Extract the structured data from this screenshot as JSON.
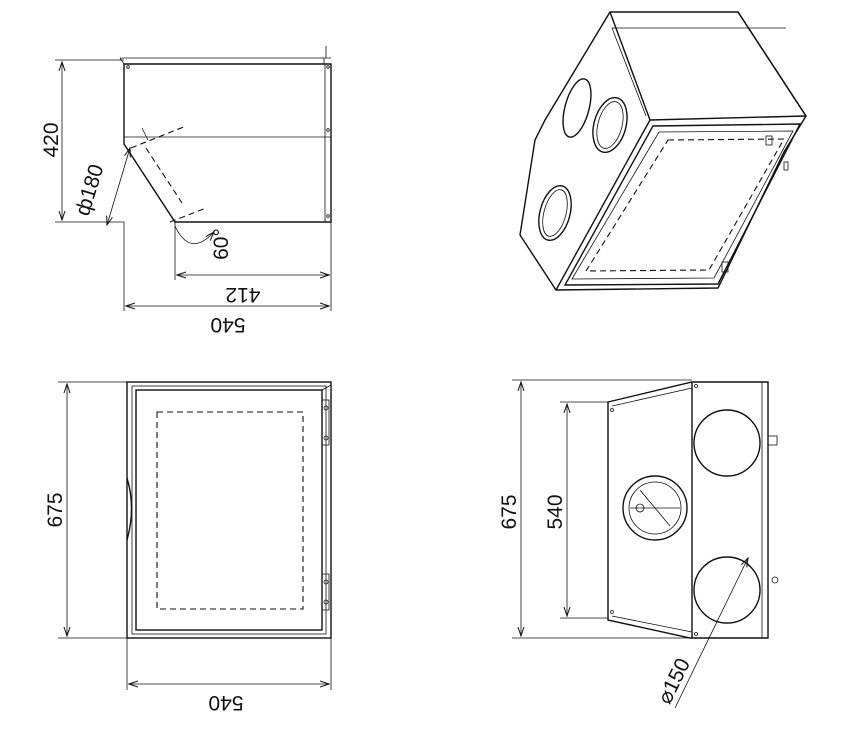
{
  "dimensions": {
    "side_height": "420",
    "duct_diameter": "ф180",
    "angle": "60°",
    "inner_width": "412",
    "side_width": "540",
    "front_height": "675",
    "front_width": "540",
    "back_height_outer": "675",
    "back_height_inner": "540",
    "port_diameter": "⌀150"
  }
}
